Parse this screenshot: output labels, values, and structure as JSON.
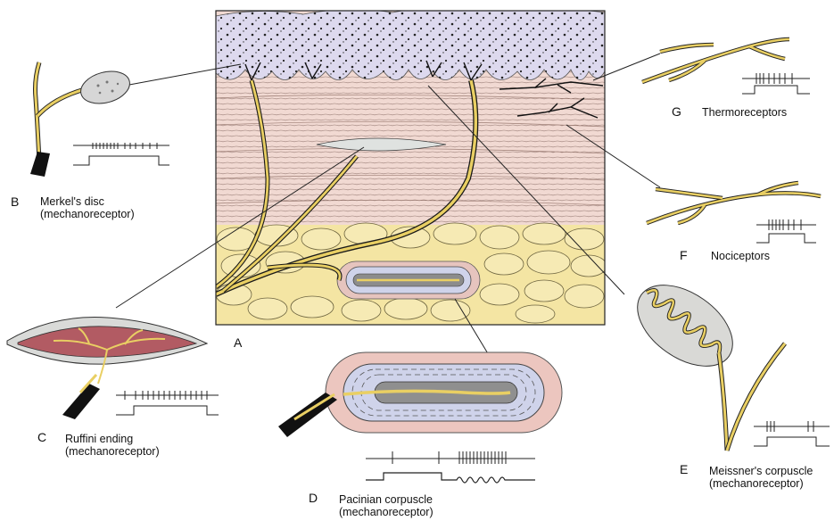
{
  "panel_letter_main": "A",
  "receptors": [
    {
      "letter": "B",
      "name": "Merkel's disc",
      "type": "(mechanoreceptor)"
    },
    {
      "letter": "C",
      "name": "Ruffini ending",
      "type": "(mechanoreceptor)"
    },
    {
      "letter": "D",
      "name": "Pacinian corpuscle",
      "type": "(mechanoreceptor)"
    },
    {
      "letter": "E",
      "name": "Meissner's corpuscle",
      "type": "(mechanoreceptor)"
    },
    {
      "letter": "F",
      "name": "Nociceptors"
    },
    {
      "letter": "G",
      "name": "Thermoreceptors"
    }
  ],
  "colors": {
    "epidermis": "#dcd8ec",
    "dermis": "#efd7cf",
    "fat": "#f4e7a6",
    "nerve": "#e9cf63",
    "outline": "#1a1a1a",
    "capsule": "#cfd3ea",
    "ruffini": "#b25b63"
  }
}
